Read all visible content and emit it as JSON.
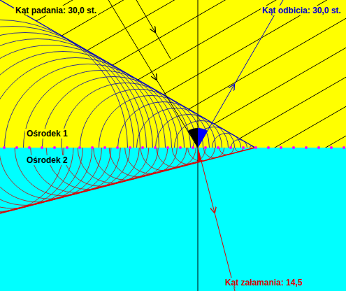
{
  "diagram": {
    "labels": [
      "Kąt padania: 30,0 st.",
      "Kąt odbicia: 30,0 st.",
      "Ośrodek 1",
      "Ośrodek 2",
      "Kąt załamania: 14,5"
    ]
  }
}
